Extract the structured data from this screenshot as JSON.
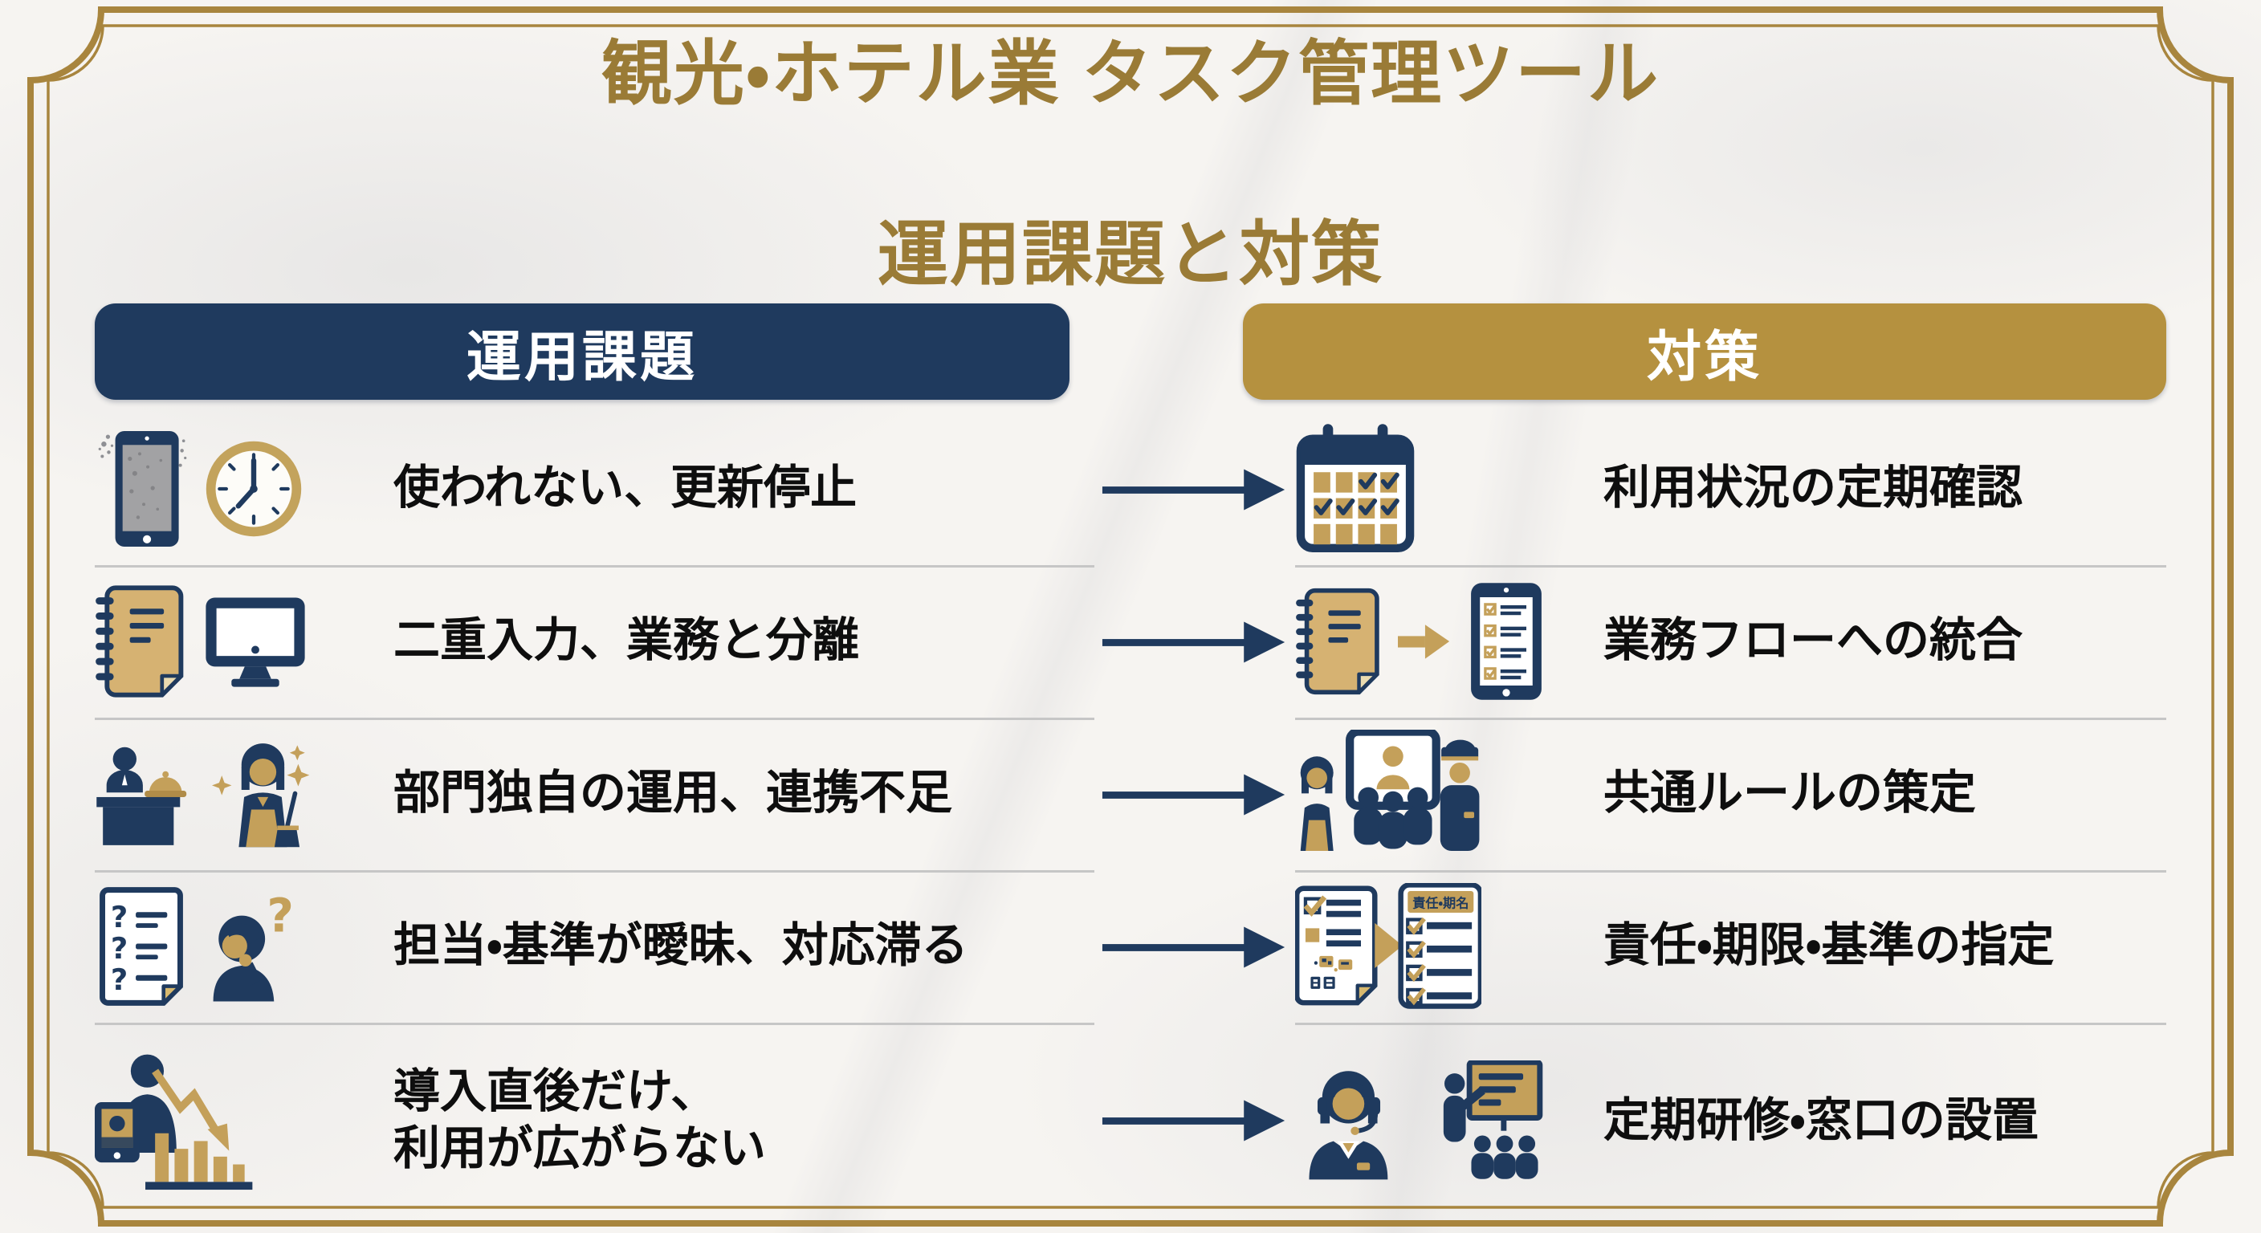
{
  "title": {
    "line1": "観光・ホテル業 タスク管理ツール",
    "line2": "運用課題と対策"
  },
  "headers": {
    "issues": "運用課題",
    "solutions": "対策"
  },
  "rows": [
    {
      "issue": "使われない、更新停止",
      "solution": "利用状況の定期確認",
      "issue_icons": [
        "dusty-tablet-icon",
        "clock-icon"
      ],
      "solution_icons": [
        "calendar-check-icon"
      ]
    },
    {
      "issue": "二重入力、業務と分離",
      "solution": "業務フローへの統合",
      "issue_icons": [
        "spiral-notebook-icon",
        "desktop-monitor-icon"
      ],
      "solution_icons": [
        "spiral-notebook-icon",
        "gold-arrow-icon",
        "tablet-checklist-icon"
      ]
    },
    {
      "issue": "部門独自の運用、連携不足",
      "solution": "共通ルールの策定",
      "issue_icons": [
        "front-desk-bell-icon",
        "housekeeper-icon"
      ],
      "solution_icons": [
        "staff-meeting-icon"
      ]
    },
    {
      "issue": "担当・基準が曖昧、対応滞る",
      "solution": "責任・期限・基準の指定",
      "solution_icon_header": "責任・期名",
      "issue_icons": [
        "question-document-icon",
        "confused-person-icon"
      ],
      "solution_icons": [
        "checklist-transform-icon"
      ]
    },
    {
      "issue": "導入直後だけ、\n利用が広がらない",
      "solution": "定期研修・窓口の設置",
      "issue_icons": [
        "person-declining-chart-icon"
      ],
      "solution_icons": [
        "support-agent-icon",
        "training-presenter-icon"
      ]
    }
  ],
  "colors": {
    "navy": "#1f3a5e",
    "header_gold": "#b5913f",
    "icon_gold": "#c4a05a",
    "tan": "#d6b272",
    "title_gold": "#9a7b36",
    "frame_gold": "#a8853e",
    "text": "#0e0e0e",
    "separator": "#c6c6c6"
  }
}
